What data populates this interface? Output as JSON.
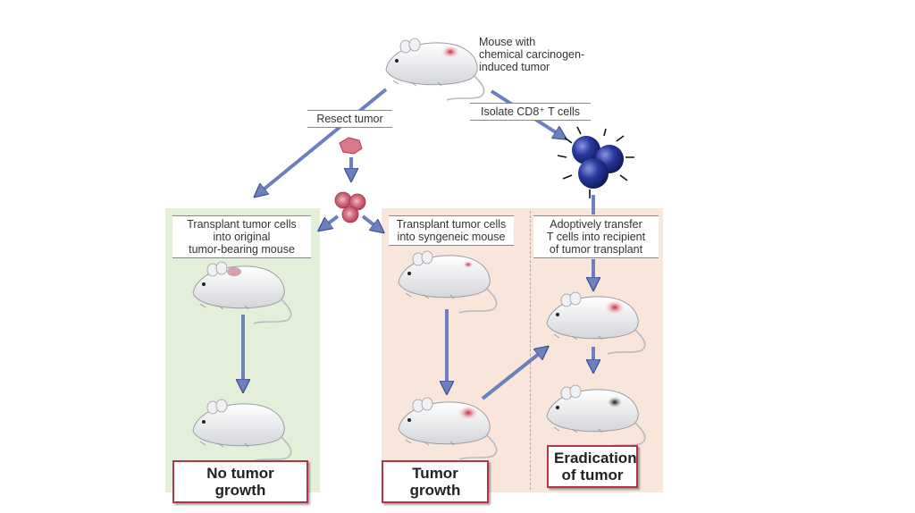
{
  "diagram": {
    "title_note": {
      "lines": [
        "Mouse with",
        "chemical carcinogen-",
        "induced tumor"
      ]
    },
    "steps": {
      "resect": "Resect tumor",
      "isolate": "Isolate CD8⁺ T cells"
    },
    "panels": {
      "left": {
        "instruction_lines": [
          "Transplant tumor cells",
          "into original",
          "tumor-bearing mouse"
        ],
        "result": "No tumor growth",
        "color": "#e4efd9"
      },
      "middle": {
        "instruction_lines": [
          "Transplant tumor cells",
          "into syngeneic mouse"
        ],
        "result": "Tumor growth",
        "color": "#f8e6da"
      },
      "right": {
        "instruction_lines": [
          "Adoptively transfer",
          "T cells into recipient",
          "of tumor transplant"
        ],
        "result_lines": [
          "Eradication",
          "of tumor"
        ],
        "color": "#f8e6da"
      }
    },
    "colors": {
      "arrow": "#6c7fbf",
      "arrow_stroke": "#3d4f8f",
      "tumor": "#c8344c",
      "tcell": "#1e2f8a",
      "tumor_cell": "#d8788a",
      "result_border": "#b0354a"
    }
  }
}
